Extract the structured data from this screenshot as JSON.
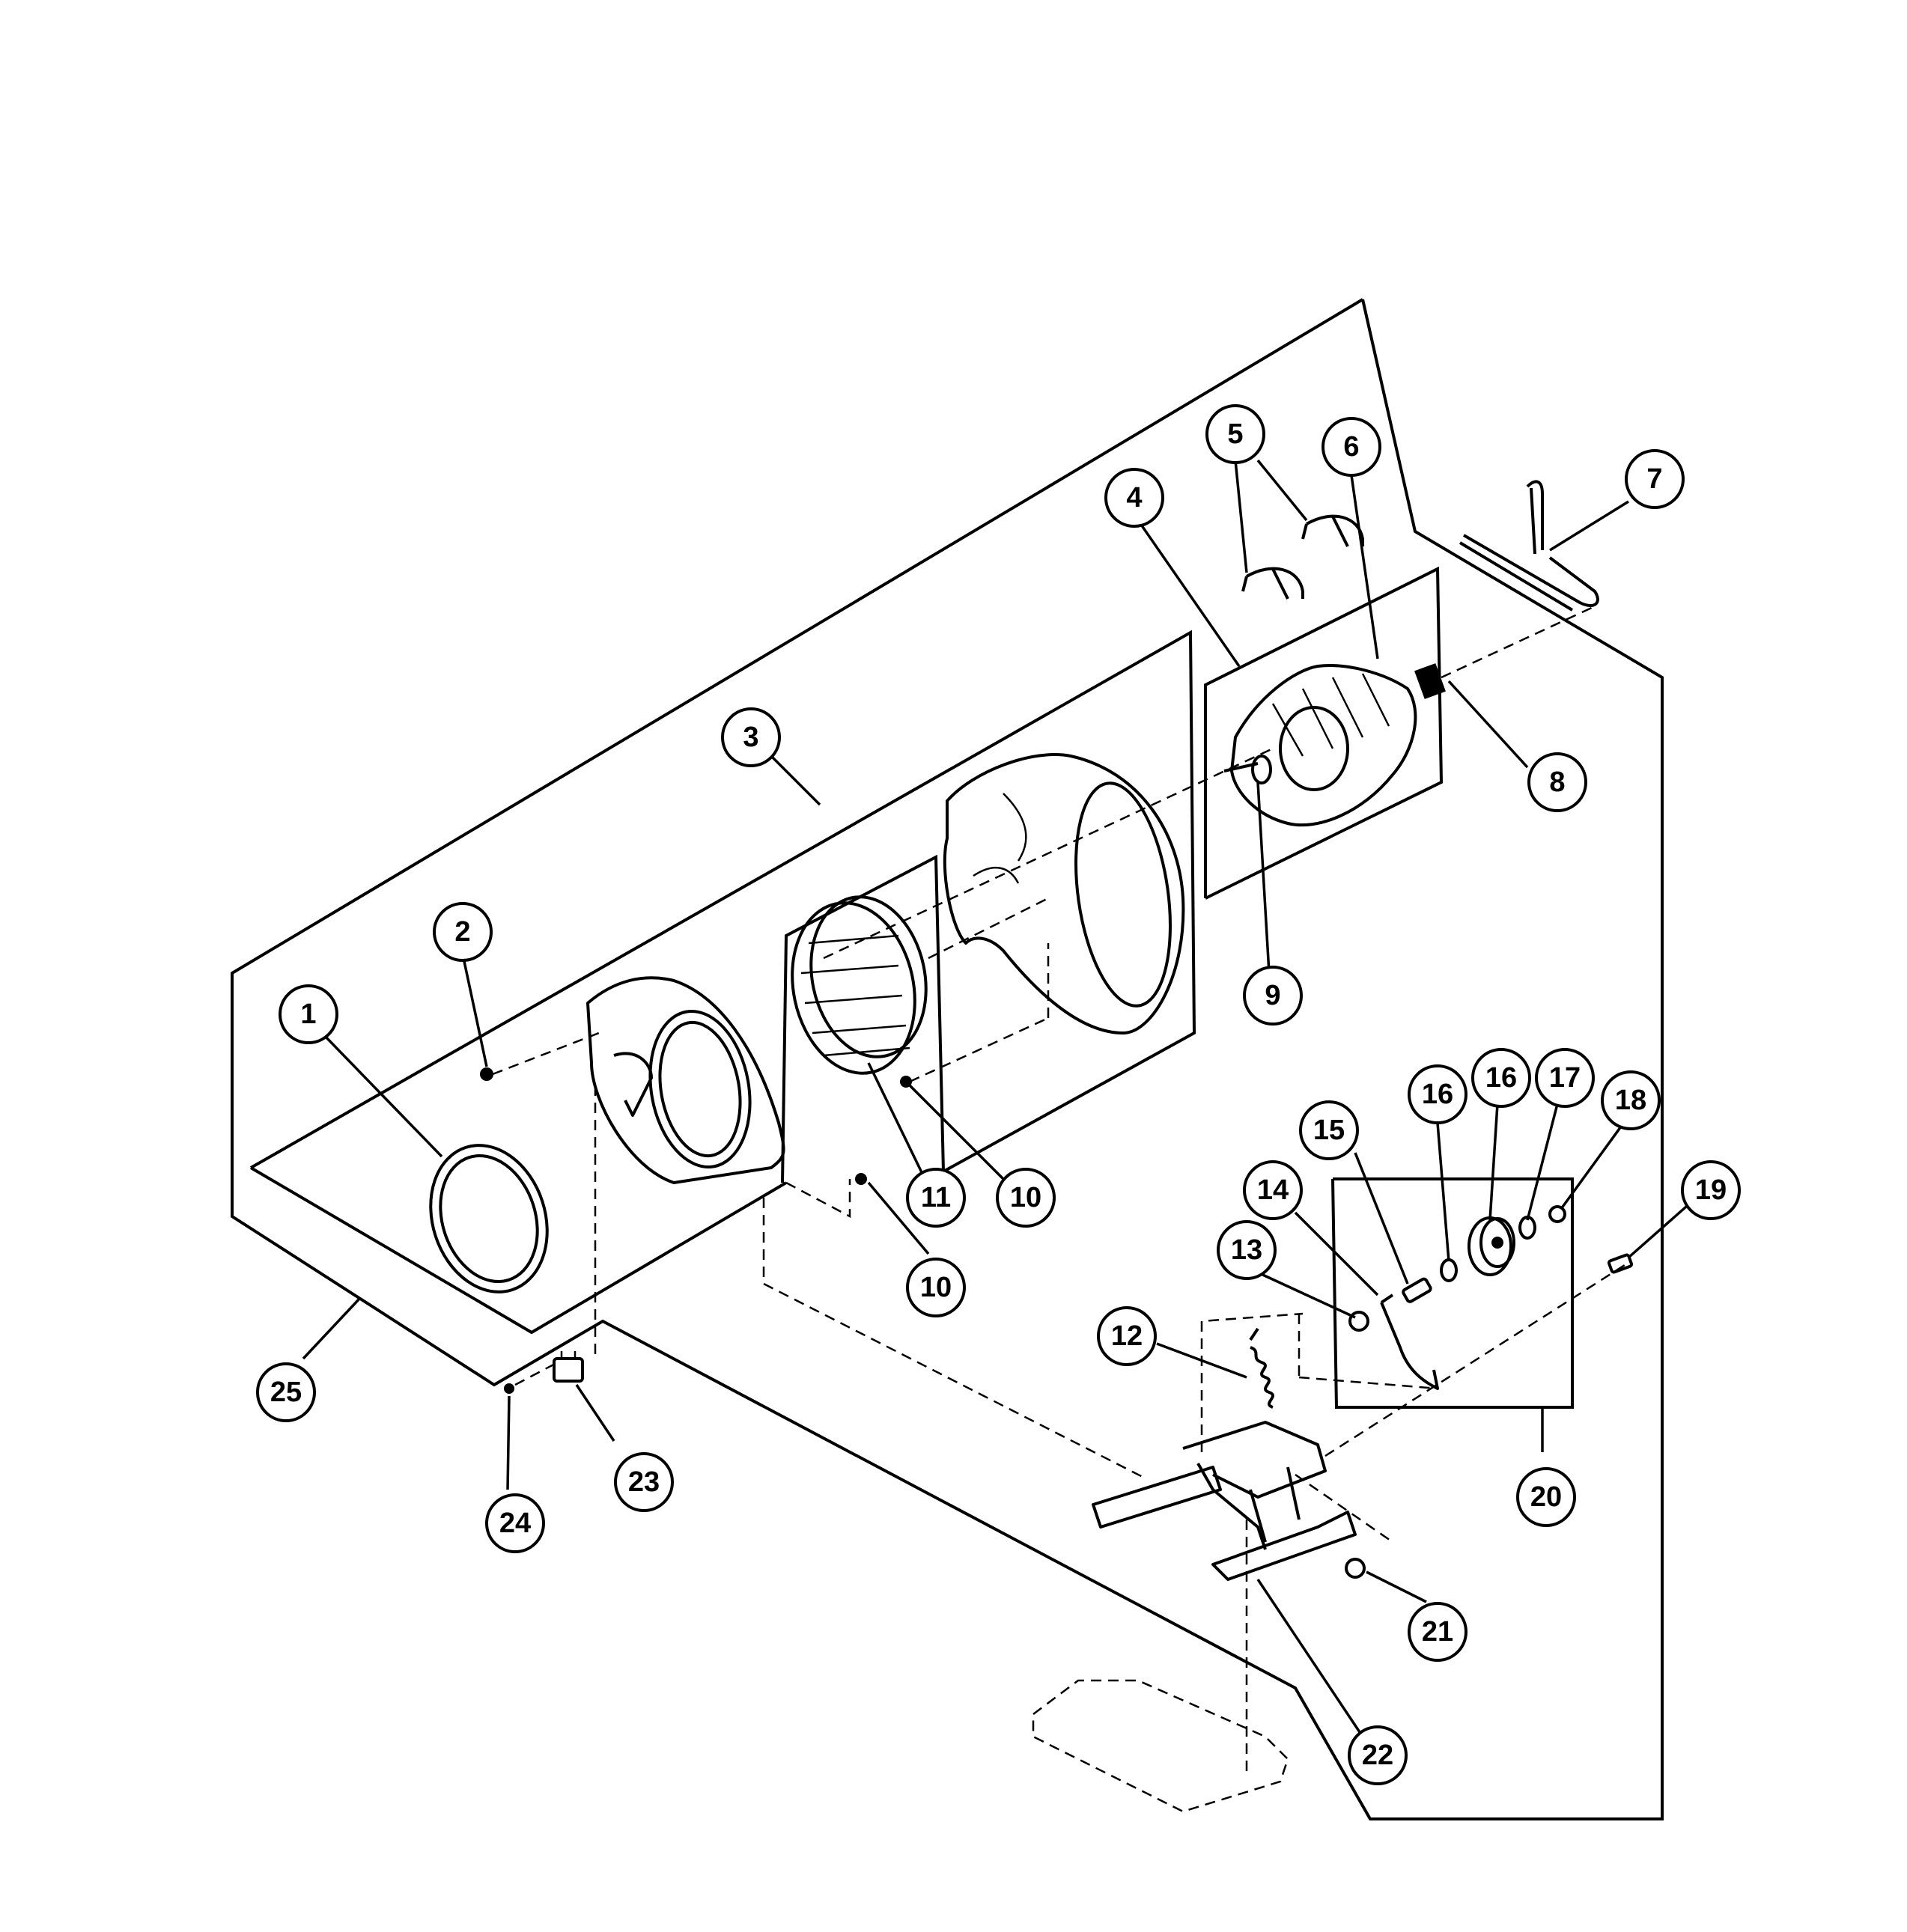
{
  "callouts": [
    {
      "id": "c1",
      "label": "1"
    },
    {
      "id": "c2",
      "label": "2"
    },
    {
      "id": "c3",
      "label": "3"
    },
    {
      "id": "c4",
      "label": "4"
    },
    {
      "id": "c5",
      "label": "5"
    },
    {
      "id": "c6",
      "label": "6"
    },
    {
      "id": "c7",
      "label": "7"
    },
    {
      "id": "c8",
      "label": "8"
    },
    {
      "id": "c9",
      "label": "9"
    },
    {
      "id": "c10a",
      "label": "10"
    },
    {
      "id": "c10b",
      "label": "10"
    },
    {
      "id": "c11",
      "label": "11"
    },
    {
      "id": "c12",
      "label": "12"
    },
    {
      "id": "c13",
      "label": "13"
    },
    {
      "id": "c14",
      "label": "14"
    },
    {
      "id": "c15",
      "label": "15"
    },
    {
      "id": "c16a",
      "label": "16"
    },
    {
      "id": "c16b",
      "label": "16"
    },
    {
      "id": "c17",
      "label": "17"
    },
    {
      "id": "c18",
      "label": "18"
    },
    {
      "id": "c19",
      "label": "19"
    },
    {
      "id": "c20",
      "label": "20"
    },
    {
      "id": "c21",
      "label": "21"
    },
    {
      "id": "c22",
      "label": "22"
    },
    {
      "id": "c23",
      "label": "23"
    },
    {
      "id": "c24",
      "label": "24"
    },
    {
      "id": "c25",
      "label": "25"
    }
  ]
}
